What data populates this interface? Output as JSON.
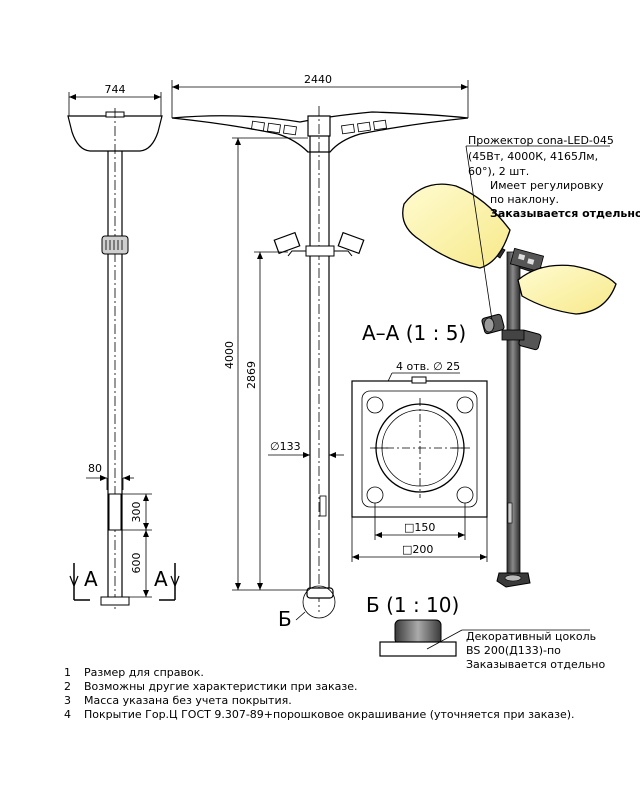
{
  "dimensions": {
    "lamp_width": "744",
    "arm_span": "2440",
    "total_height": "4000",
    "mount_height": "2869",
    "pole_diameter": "∅133",
    "door_offset": "80",
    "door_height": "300",
    "base_to_door": "600"
  },
  "section_marker": "A",
  "detail_marker": "Б",
  "section_aa": {
    "title": "А–А (1 : 5)",
    "holes": "4 отв. ∅ 25",
    "inner": "□150",
    "outer": "□200"
  },
  "detail_b": {
    "title": "Б (1 : 10)",
    "callout_lines": [
      "Декоративный цоколь",
      "BS 200(Д133)-по",
      "Заказывается отдельно"
    ]
  },
  "projector_callout": {
    "lines": [
      "Прожектор cona-LED-045",
      "(45Вт, 4000К, 4165Лм,",
      "60°), 2 шт.",
      "Имеет регулировку",
      "по наклону.",
      "Заказывается отдельно."
    ]
  },
  "notes": [
    {
      "num": "1",
      "text": "Размер для справок."
    },
    {
      "num": "2",
      "text": "Возможны другие характеристики при заказе."
    },
    {
      "num": "3",
      "text": "Масса указана без учета покрытия."
    },
    {
      "num": "4",
      "text": "Покрытие Гор.Ц ГОСТ 9.307-89+порошковое окрашивание (уточняется при заказе)."
    }
  ],
  "colors": {
    "line": "#000000",
    "lamp_panel": "#fff5a8",
    "pole_metal": "#4a4a4a"
  }
}
